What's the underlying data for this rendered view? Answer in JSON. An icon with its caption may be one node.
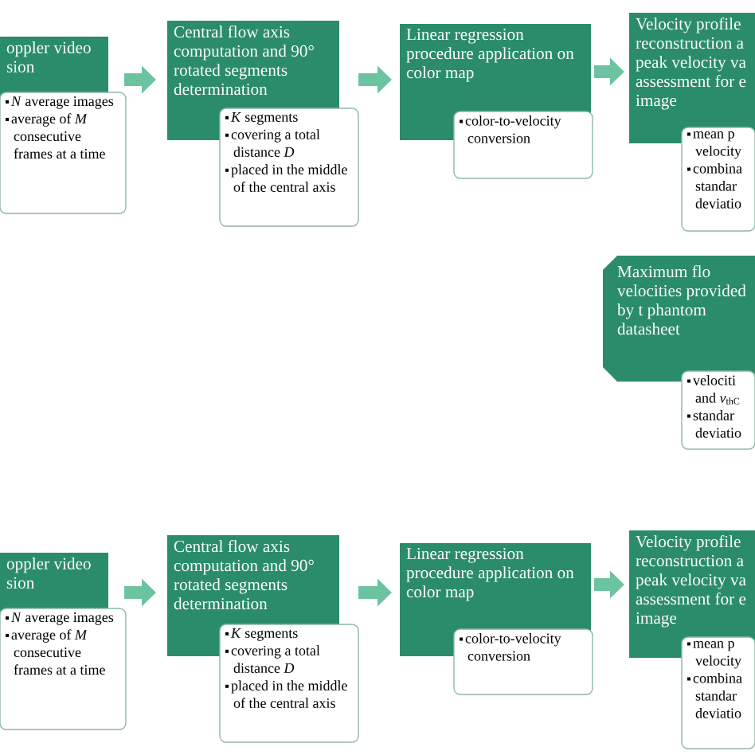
{
  "diagram": {
    "nodes": [
      {
        "text": [
          "oppler video sion"
        ]
      },
      {
        "text": [
          "*N* average images",
          "average of *M* consecutive frames at a time"
        ]
      },
      {
        "text": [
          "Central flow axis computation and 90° rotated segments determination"
        ]
      },
      {
        "text": [
          "*K* segments",
          "covering a total distance *D*",
          "placed in the middle of the central axis"
        ]
      },
      {
        "text": [
          "Linear regression procedure application on color map"
        ]
      },
      {
        "text": [
          "color-to-velocity conversion"
        ]
      },
      {
        "text": [
          "Velocity profile reconstruction a peak velocity va assessment for e image"
        ]
      },
      {
        "text": [
          "mean p velocity",
          "combina standar deviatio"
        ]
      },
      {
        "text": [
          "Maximum flo velocities provided by t phantom datasheet"
        ]
      },
      {
        "text": [
          "velociti and *v*$_{thC}$",
          "standar deviatio"
        ]
      },
      {
        "text": [
          "oppler video sion"
        ]
      },
      {
        "text": [
          "*N* average images",
          "average of *M* consecutive frames at a time"
        ]
      },
      {
        "text": [
          "Central flow axis computation and 90° rotated segments determination"
        ]
      },
      {
        "text": [
          "*K* segments",
          "covering a total distance *D*",
          "placed in the middle of the central axis"
        ]
      },
      {
        "text": [
          "Linear regression procedure application on color map"
        ]
      },
      {
        "text": [
          "color-to-velocity conversion"
        ]
      },
      {
        "text": [
          "Velocity profile reconstruction a peak velocity va assessment for e image"
        ]
      },
      {
        "text": [
          "mean p velocity",
          "combina standar deviatio"
        ]
      }
    ],
    "edges": [
      {
        "from": 0,
        "to": 2,
        "arrow": "to"
      },
      {
        "from": 2,
        "to": 4,
        "arrow": "to"
      },
      {
        "from": 4,
        "to": 6,
        "arrow": "to"
      },
      {
        "from": 10,
        "to": 12,
        "arrow": "to"
      },
      {
        "from": 12,
        "to": 14,
        "arrow": "to"
      },
      {
        "from": 14,
        "to": 16,
        "arrow": "to"
      }
    ]
  }
}
